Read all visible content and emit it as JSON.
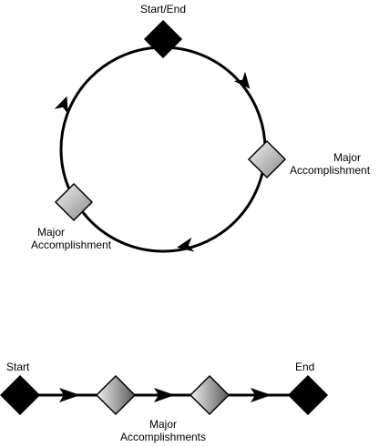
{
  "cycle": {
    "start_end_label": "Start/End",
    "milestone_right_label": [
      "Major",
      "Accomplishment"
    ],
    "milestone_left_label": [
      "Major",
      "Accomplishment"
    ]
  },
  "linear": {
    "start_label": "Start",
    "end_label": "End",
    "milestones_label": [
      "Major",
      "Accomplishments"
    ]
  },
  "colors": {
    "stroke": "#000000",
    "terminal_fill": "#000000",
    "milestone_gradient_light": "#f2f2f2",
    "milestone_gradient_dark": "#6e6e6e"
  }
}
